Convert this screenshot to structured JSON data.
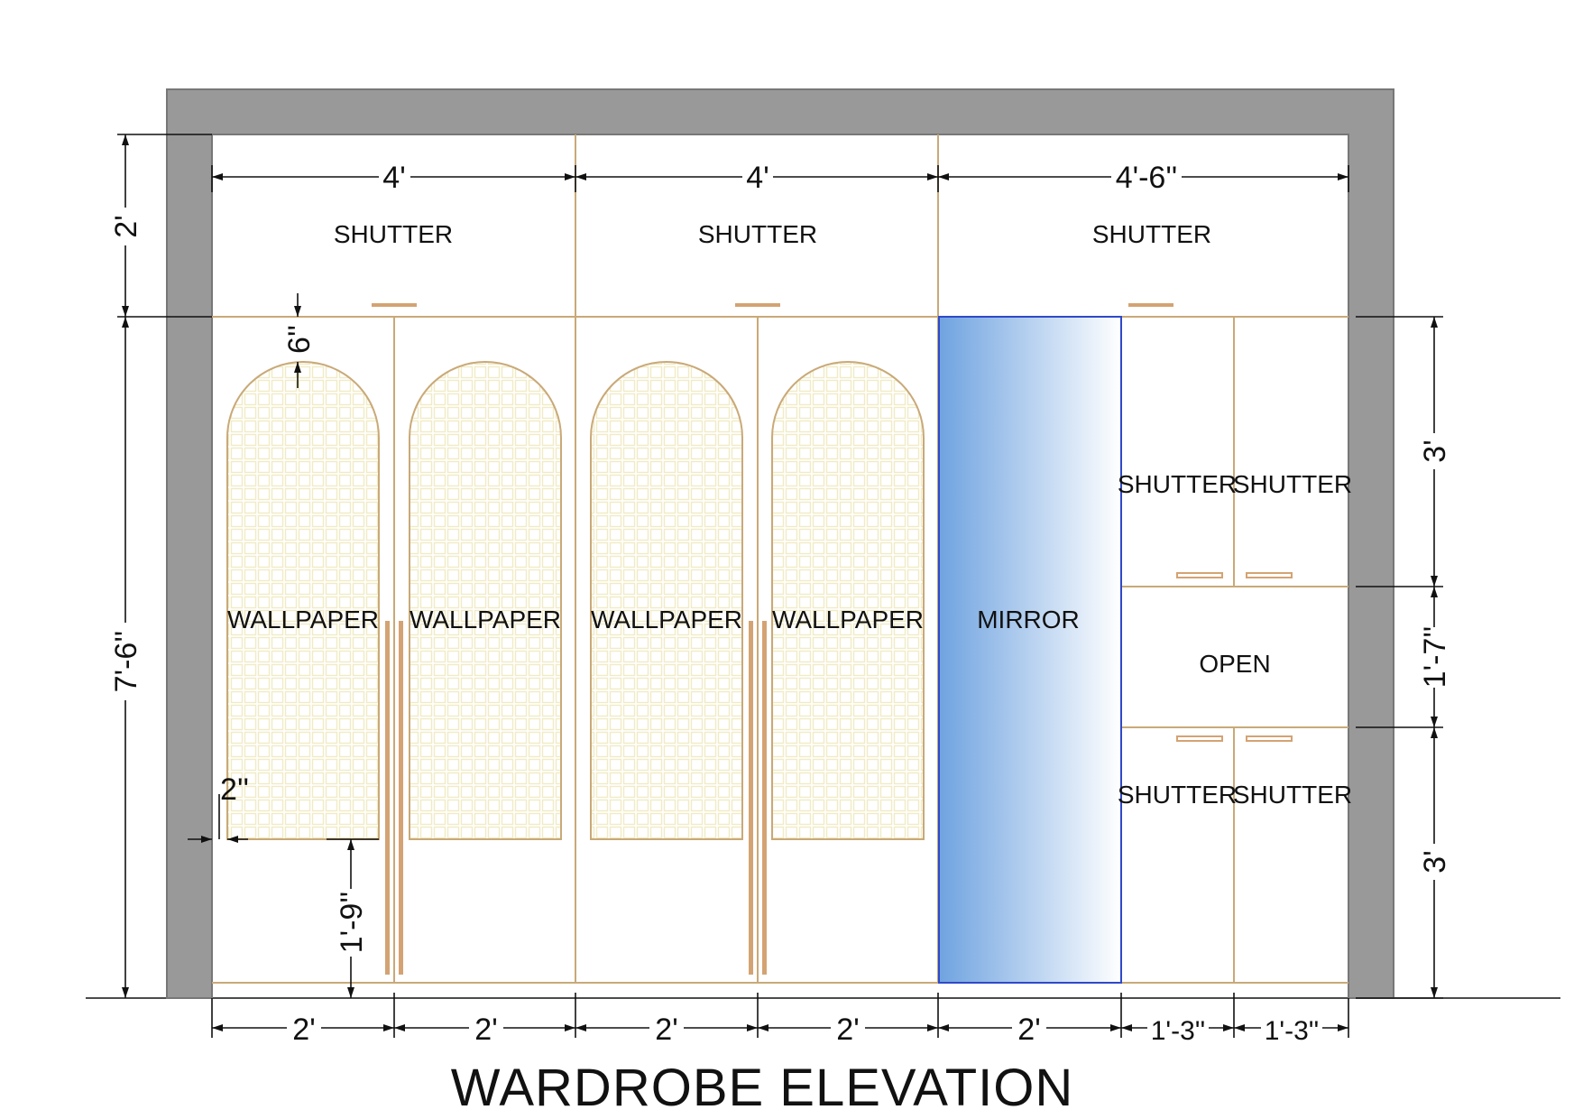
{
  "title": "WARDROBE ELEVATION",
  "colors": {
    "wall": "#999999",
    "wall_stroke": "#777777",
    "frame_line": "#c9a978",
    "handle": "#d4a373",
    "wallpaper_grid": "#f3eecb",
    "mirror_start": "#6fa3e0",
    "mirror_end": "#ffffff",
    "mirror_border": "#2f49c9",
    "dimension": "#111111"
  },
  "panels": {
    "loft_1": "SHUTTER",
    "loft_2": "SHUTTER",
    "loft_3": "SHUTTER",
    "wallpaper_1": "WALLPAPER",
    "wallpaper_2": "WALLPAPER",
    "wallpaper_3": "WALLPAPER",
    "wallpaper_4": "WALLPAPER",
    "mirror": "MIRROR",
    "upper_shutter_1": "SHUTTER",
    "upper_shutter_2": "SHUTTER",
    "open": "OPEN",
    "lower_shutter_1": "SHUTTER",
    "lower_shutter_2": "SHUTTER"
  },
  "dimensions": {
    "top_1": "4'",
    "top_2": "4'",
    "top_3": "4'-6''",
    "left_loft": "2'",
    "left_total": "7'-6''",
    "arch_gap": "6''",
    "side_gap": "2''",
    "arch_base": "1'-9''",
    "right_upper": "3'",
    "right_open": "1'-7''",
    "right_lower": "3'",
    "bottom_1": "2'",
    "bottom_2": "2'",
    "bottom_3": "2'",
    "bottom_4": "2'",
    "bottom_5": "2'",
    "bottom_6": "1'-3''",
    "bottom_7": "1'-3''"
  }
}
